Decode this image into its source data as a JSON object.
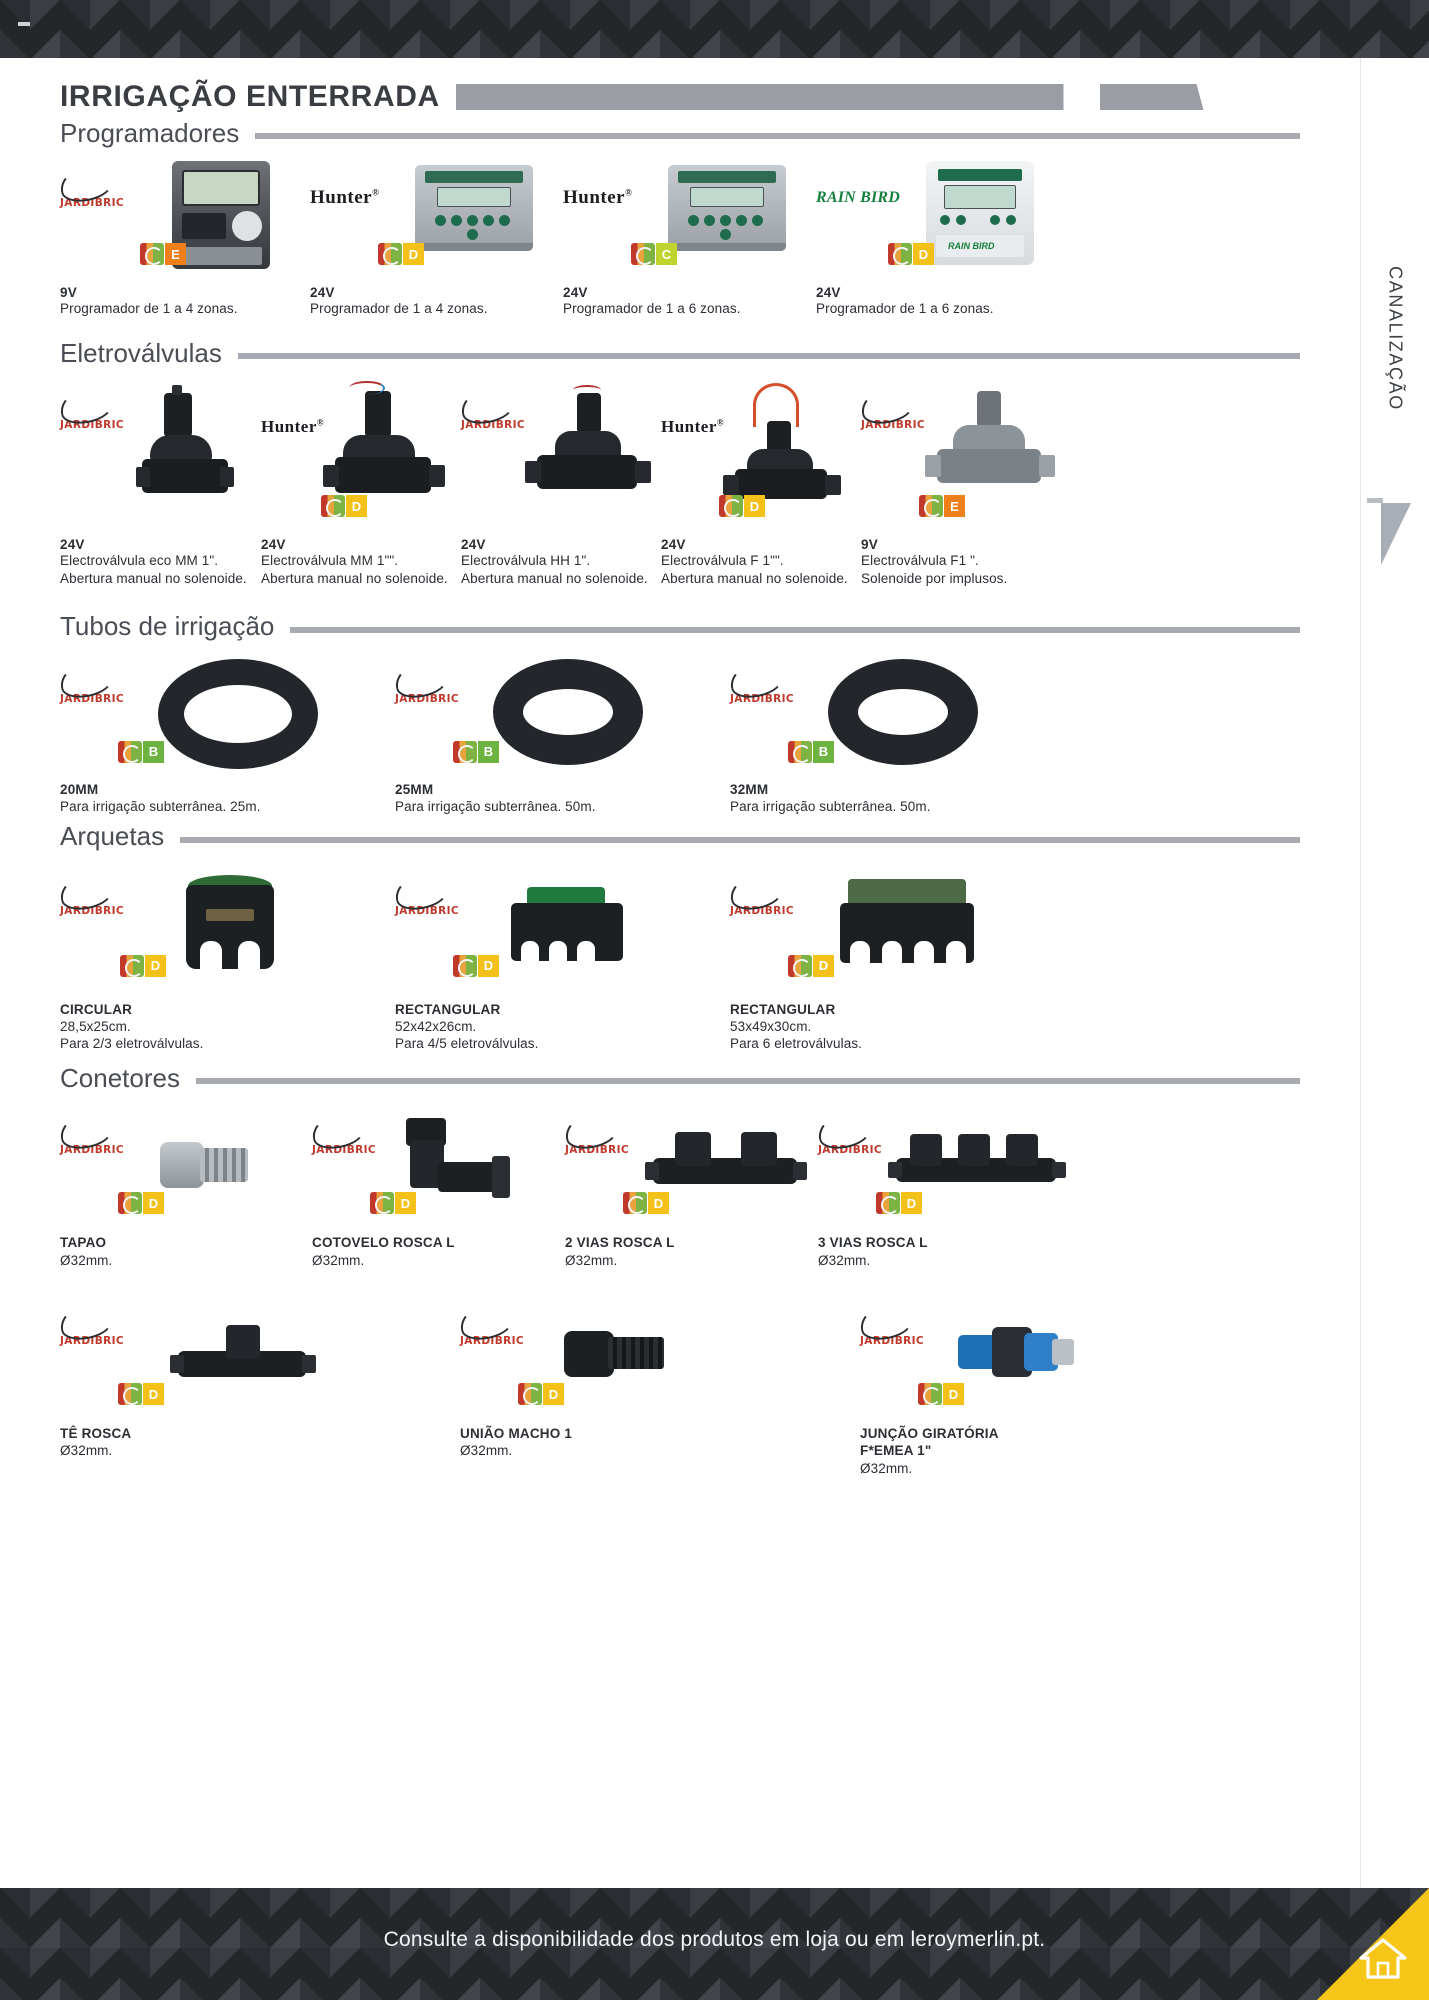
{
  "page": {
    "category_title": "IRRIGAÇÃO ENTERRADA",
    "side_tab_label": "CANALIZAÇÃO",
    "footer_note": "Consulte a disponibilidade dos produtos em loja ou em leroymerlin.pt."
  },
  "sections": [
    {
      "id": "programadores",
      "title": "Programadores",
      "products": [
        {
          "brand": "jardibric",
          "badge": "E",
          "volt": "9V",
          "name": "",
          "desc": "Programador de 1 a 4 zonas."
        },
        {
          "brand": "hunter",
          "badge": "D",
          "volt": "24V",
          "name": "",
          "desc": "Programador de 1 a 4 zonas."
        },
        {
          "brand": "hunter",
          "badge": "C",
          "volt": "24V",
          "name": "",
          "desc": "Programador de 1 a 6 zonas."
        },
        {
          "brand": "rainbird",
          "badge": "D",
          "volt": "24V",
          "name": "",
          "desc": "Programador de 1 a 6 zonas."
        }
      ]
    },
    {
      "id": "eletrovalvulas",
      "title": "Eletroválvulas",
      "products": [
        {
          "brand": "jardibric",
          "badge": "",
          "volt": "24V",
          "name": "Electroválvula eco MM 1\".",
          "desc": "Abertura manual no solenoide."
        },
        {
          "brand": "hunter",
          "badge": "D",
          "volt": "24V",
          "name": "Electroválvula MM 1\"\".",
          "desc": "Abertura manual no solenoide."
        },
        {
          "brand": "jardibric",
          "badge": "",
          "volt": "24V",
          "name": "Electroválvula HH 1\".",
          "desc": "Abertura manual no solenoide."
        },
        {
          "brand": "hunter",
          "badge": "D",
          "volt": "24V",
          "name": "Electroválvula F 1\"\".",
          "desc": "Abertura manual no solenoide."
        },
        {
          "brand": "jardibric",
          "badge": "E",
          "volt": "9V",
          "name": "Electroválvula F1 \".",
          "desc": "Solenoide por implusos."
        }
      ]
    },
    {
      "id": "tubos",
      "title": "Tubos de irrigação",
      "products": [
        {
          "brand": "jardibric",
          "badge": "B",
          "name": "20MM",
          "desc": "Para irrigação subterrânea. 25m."
        },
        {
          "brand": "jardibric",
          "badge": "B",
          "name": "25MM",
          "desc": "Para irrigação subterrânea. 50m."
        },
        {
          "brand": "jardibric",
          "badge": "B",
          "name": "32MM",
          "desc": "Para irrigação subterrânea. 50m."
        }
      ]
    },
    {
      "id": "arquetas",
      "title": "Arquetas",
      "products": [
        {
          "brand": "jardibric",
          "badge": "D",
          "name": "CIRCULAR",
          "desc": "28,5x25cm.",
          "desc2": "Para 2/3 eletroválvulas."
        },
        {
          "brand": "jardibric",
          "badge": "D",
          "name": "RECTANGULAR",
          "desc": "52x42x26cm.",
          "desc2": "Para 4/5 eletroválvulas."
        },
        {
          "brand": "jardibric",
          "badge": "D",
          "name": "RECTANGULAR",
          "desc": "53x49x30cm.",
          "desc2": "Para 6 eletroválvulas."
        }
      ]
    },
    {
      "id": "conetores",
      "title": "Conetores",
      "products_row1": [
        {
          "brand": "jardibric",
          "badge": "D",
          "name": "TAPAO",
          "desc": "Ø32mm."
        },
        {
          "brand": "jardibric",
          "badge": "D",
          "name": "COTOVELO ROSCA L",
          "desc": "Ø32mm."
        },
        {
          "brand": "jardibric",
          "badge": "D",
          "name": "2 VIAS ROSCA L",
          "desc": "Ø32mm."
        },
        {
          "brand": "jardibric",
          "badge": "D",
          "name": "3 VIAS ROSCA L",
          "desc": "Ø32mm."
        }
      ],
      "products_row2": [
        {
          "brand": "jardibric",
          "badge": "D",
          "name": "TÊ ROSCA",
          "desc": "Ø32mm."
        },
        {
          "brand": "jardibric",
          "badge": "D",
          "name": "UNIÃO MACHO 1",
          "desc": "Ø32mm."
        },
        {
          "brand": "jardibric",
          "badge": "D",
          "name": "JUNÇÃO GIRATÓRIA",
          "name2": "F*EMEA 1\"",
          "desc": "Ø32mm."
        }
      ]
    }
  ],
  "brands": {
    "jardibric": "JARDIBRIC",
    "hunter": "Hunter",
    "rainbird": "RAIN BIRD"
  },
  "colors": {
    "accent_yellow": "#f5c518",
    "dark_band": "#2f3236",
    "rule_gray": "#a7abb1",
    "brand_red": "#c0392b",
    "brand_green": "#15803d"
  }
}
